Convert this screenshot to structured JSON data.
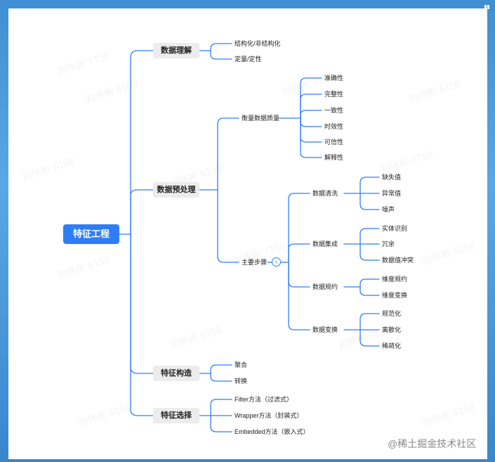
{
  "root": "特征工程",
  "branches": {
    "understand": {
      "label": "数据理解",
      "items": [
        "结构化/非结构化",
        "定量/定性"
      ]
    },
    "preprocess": {
      "label": "数据预处理",
      "quality": {
        "label": "衡量数据质量",
        "items": [
          "准确性",
          "完整性",
          "一致性",
          "时效性",
          "可信性",
          "解释性"
        ]
      },
      "steps": {
        "label": "主要步骤",
        "cleaning": {
          "label": "数据清洗",
          "items": [
            "缺失值",
            "异常值",
            "噪声"
          ]
        },
        "integration": {
          "label": "数据集成",
          "items": [
            "实体识别",
            "冗余",
            "数据值冲突"
          ]
        },
        "reduction": {
          "label": "数据规约",
          "items": [
            "维度规约",
            "维度变换"
          ]
        },
        "transform": {
          "label": "数据变换",
          "items": [
            "规范化",
            "离散化",
            "稀疏化"
          ]
        }
      }
    },
    "construct": {
      "label": "特征构造",
      "items": [
        "聚合",
        "转换"
      ]
    },
    "select": {
      "label": "特征选择",
      "items": [
        "Filter方法（过滤式）",
        "Wrapper方法（封装式）",
        "Embedded方法（嵌入式）"
      ]
    }
  },
  "footer": "@稀土掘金技术社区",
  "colors": {
    "line": "#2f7df6",
    "root_bg": "#2f7df6",
    "node_bg": "#ececec"
  },
  "icons": {
    "collapse": "chevron-left-icon"
  }
}
